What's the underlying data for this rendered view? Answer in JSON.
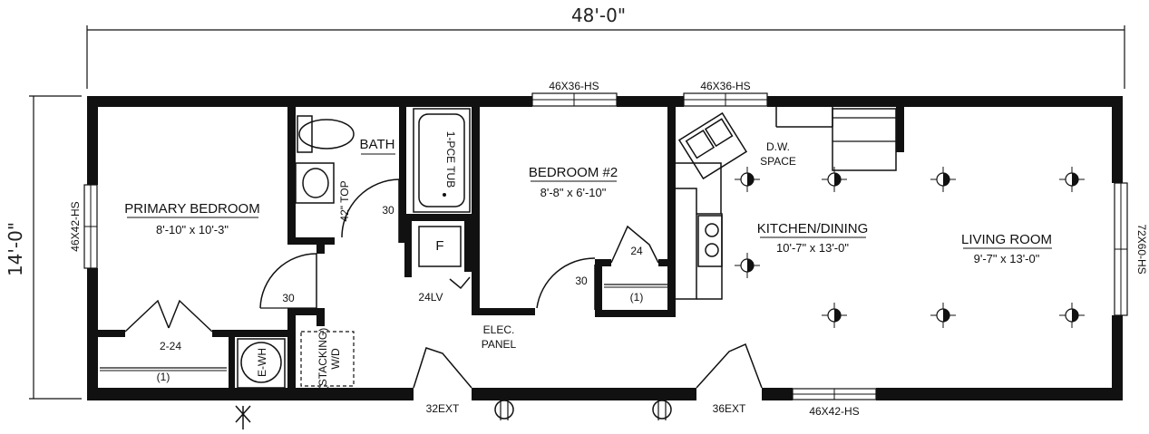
{
  "dimensions": {
    "overall_width": "48'-0\"",
    "overall_depth": "14'-0\""
  },
  "rooms": {
    "primary_bedroom": {
      "name": "PRIMARY BEDROOM",
      "size": "8'-10\" x 10'-3\""
    },
    "bath": {
      "name": "BATH"
    },
    "bedroom2": {
      "name": "BEDROOM #2",
      "size": "8'-8\" x 6'-10\""
    },
    "kitchen": {
      "name": "KITCHEN/DINING",
      "size": "10'-7\" x 13'-0\""
    },
    "living": {
      "name": "LIVING ROOM",
      "size": "9'-7\" x 13'-0\""
    }
  },
  "windows": {
    "w_bed2": "46X36-HS",
    "w_kitchen": "46X36-HS",
    "w_left": "46X42-HS",
    "w_right": "72X60-HS",
    "w_bottom": "46X42-HS"
  },
  "doors": {
    "bed_door": "30",
    "bath_door": "30",
    "bed2_door": "30",
    "closet2": "24",
    "closet_primary": "2-24",
    "ext_left": "32EXT",
    "ext_right": "36EXT"
  },
  "fixtures": {
    "tub": "1-PCE TUB",
    "top": "42\" TOP",
    "furnace": "F",
    "linen": "24LV",
    "water_heater": "E-WH",
    "washer_dryer_1": "(STACKING)",
    "washer_dryer_2": "W/D",
    "shelf_primary": "(1)",
    "shelf_bed2": "(1)",
    "dw_line1": "D.W.",
    "dw_line2": "SPACE",
    "panel_line1": "ELEC.",
    "panel_line2": "PANEL"
  }
}
